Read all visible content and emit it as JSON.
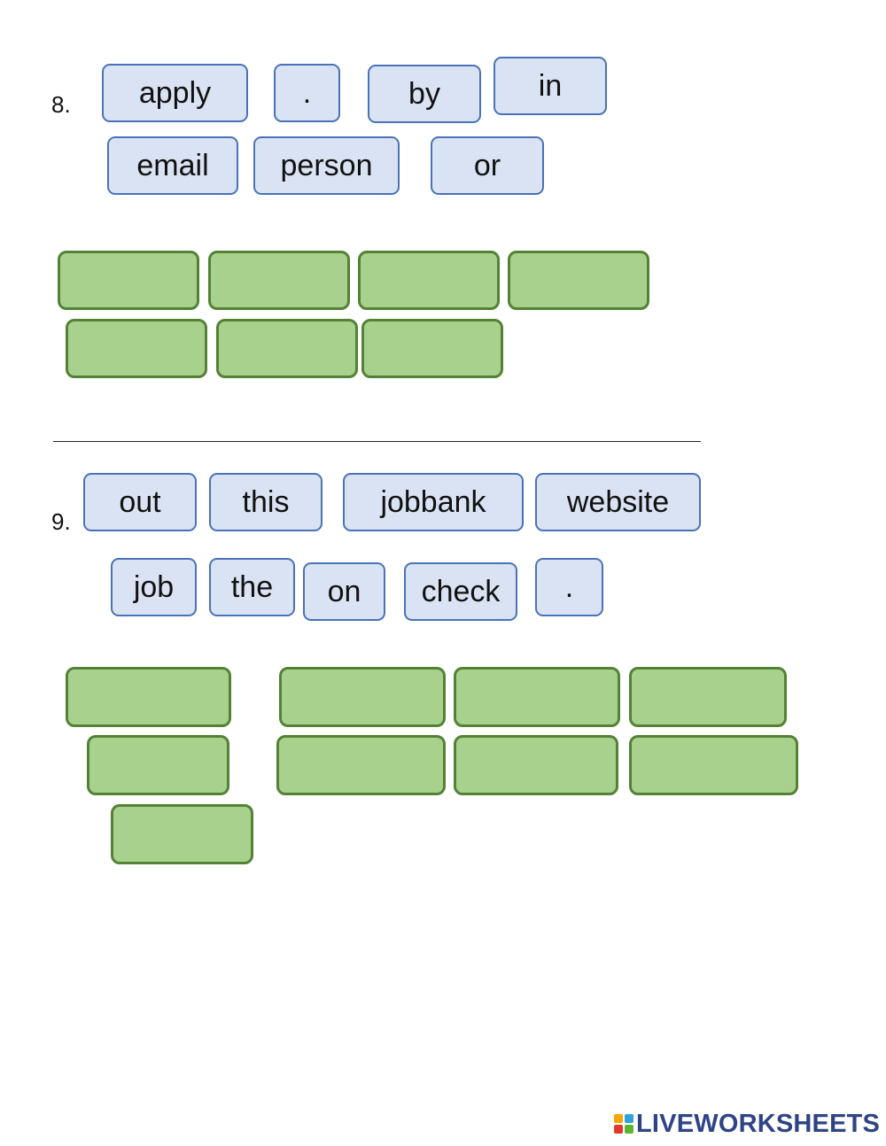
{
  "question8": {
    "number": "8.",
    "words": [
      "apply",
      ".",
      "by",
      "in",
      "email",
      "person",
      "or"
    ],
    "answer_slots": 7
  },
  "question9": {
    "number": "9.",
    "words": [
      "out",
      "this",
      "jobbank",
      "website",
      "job",
      "the",
      "on",
      "check",
      "."
    ],
    "answer_slots": 9
  },
  "branding": {
    "logo_text": "LIVEWORKSHEETS",
    "logo_colors": [
      "#f7a600",
      "#2ea3dc",
      "#e5372c",
      "#5cb531"
    ],
    "text_color": "#2f4486"
  },
  "colors": {
    "word_tile_fill": "#dae3f3",
    "word_tile_border": "#4a72b8",
    "answer_slot_fill": "#a9d18e",
    "answer_slot_border": "#548235"
  }
}
